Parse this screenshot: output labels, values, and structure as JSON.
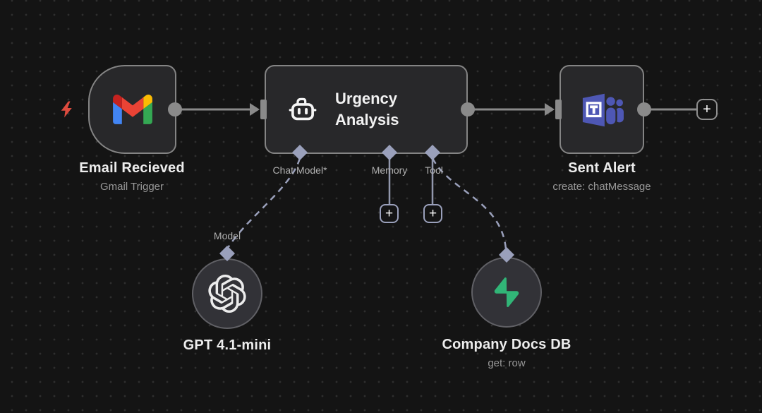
{
  "canvas": {
    "background": "#141414",
    "dot_color": "#2e2e2e"
  },
  "colors": {
    "node_fill": "#28282a",
    "node_border": "#848484",
    "edge_solid": "#8a8a8a",
    "edge_ai": "#9aa0bb",
    "trigger_bolt": "#dd4b3e",
    "teams_purple": "#4e57b4",
    "supabase_green": "#31b577",
    "gmail_red": "#ea4335",
    "gmail_blue": "#4285f4",
    "gmail_green": "#34a853",
    "gmail_yellow": "#fbbc04"
  },
  "nodes": {
    "email": {
      "title": "Email Recieved",
      "subtitle": "Gmail Trigger",
      "icon": "gmail-icon"
    },
    "urgency": {
      "title": "Urgency Analysis",
      "icon": "robot-icon",
      "ports": [
        {
          "label": "Chat Model*"
        },
        {
          "label": "Memory"
        },
        {
          "label": "Tool"
        }
      ]
    },
    "sent": {
      "title": "Sent Alert",
      "subtitle": "create: chatMessage",
      "icon": "ms-teams-icon"
    },
    "gpt": {
      "title": "GPT 4.1-mini",
      "port_label": "Model",
      "icon": "openai-icon"
    },
    "docs": {
      "title": "Company Docs DB",
      "subtitle": "get: row",
      "icon": "supabase-icon"
    }
  },
  "buttons": {
    "add_memory": "+",
    "add_tool": "+",
    "add_next": "+"
  }
}
